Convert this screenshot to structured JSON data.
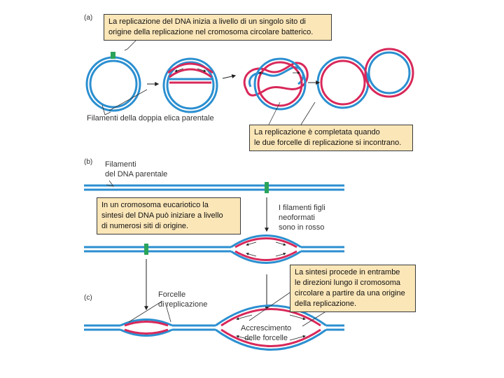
{
  "panels": {
    "a": "(a)",
    "b": "(b)",
    "c": "(c)"
  },
  "callouts": {
    "origin_bacterial": [
      "La replicazione del DNA inizia a livello di un singolo sito di",
      "origine della replicazione nel cromosoma circolare batterico."
    ],
    "replication_complete": [
      "La replicazione è completata quando",
      "le due forcelle di replicazione si incontrano."
    ],
    "eukaryotic_origins": [
      "In un cromosoma eucariotico la",
      "sintesi del DNA può iniziare a livello",
      "di numerosi siti di origine."
    ],
    "bidirectional": [
      "La sintesi procede in entrambe",
      "le direzioni lungo il cromosoma",
      "circolare a partire da una origine",
      "della replicazione."
    ]
  },
  "labels": {
    "parental_double_helix": "Filamenti della doppia elica parentale",
    "parental_dna_strands": [
      "Filamenti",
      "del DNA parentale"
    ],
    "daughter_strands": [
      "I filamenti figli",
      "neoformati",
      "sono in rosso"
    ],
    "replication_forks": [
      "Forcelle",
      "di replicazione"
    ],
    "fork_growth": [
      "Accrescimento",
      "delle forcelle"
    ]
  },
  "colors": {
    "parental_strand": "#2b8fd0",
    "daughter_strand": "#d8285a",
    "origin_marker": "#2aa45a",
    "callout_fill": "#fbe6b8"
  }
}
